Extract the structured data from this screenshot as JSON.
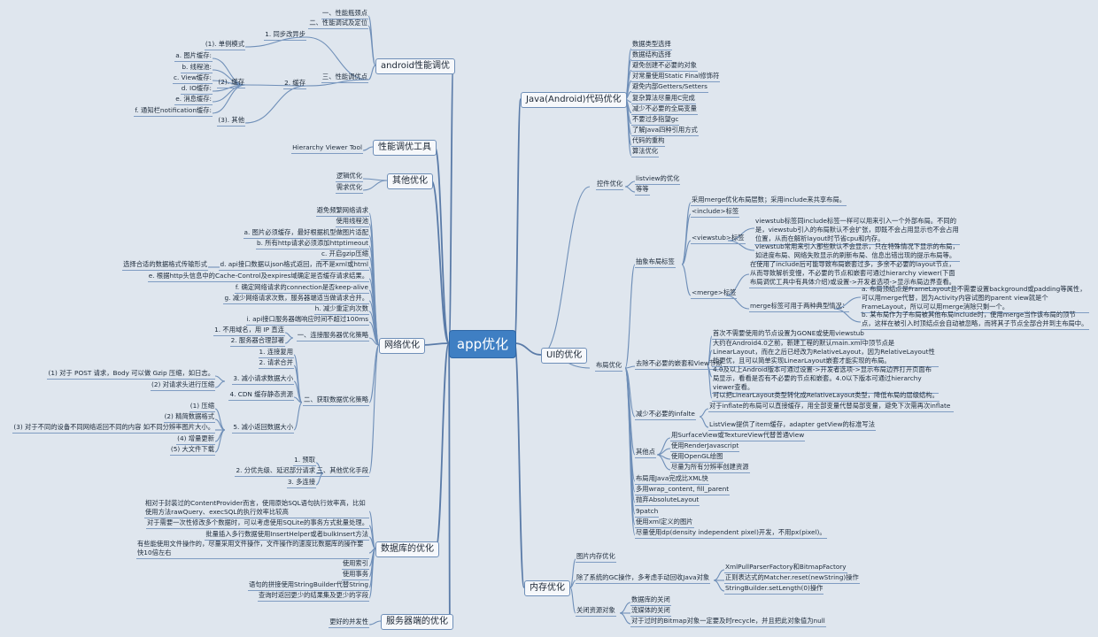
{
  "root": "app优化",
  "branches": {
    "android": "android性能调优",
    "tools": "性能调优工具",
    "other": "其他优化",
    "network": "网络优化",
    "database": "数据库的优化",
    "server": "服务器端的优化",
    "java": "Java(Android)代码优化",
    "ui": "UI的优化",
    "memory": "内存优化"
  },
  "android": {
    "a1": "一、性能瓶颈点",
    "a2": "二、性能调试及定位",
    "a3": "三、性能调优点",
    "s1": "1. 同步改异步",
    "s2": "2. 缓存",
    "c1": "(1). 单例模式",
    "c2": "(2). 缓存",
    "c3": "(3). 其他",
    "ca": "a. 图片缓存:",
    "cb": "b. 线程池:",
    "cc": "c. View缓存:",
    "cd": "d. IO缓存:",
    "ce": "e. 消息缓存:",
    "cf": "f. 通知栏notification缓存:"
  },
  "tools": {
    "t1": "Hierarchy Viewer Tool"
  },
  "other": {
    "o1": "逻辑优化",
    "o2": "需求优化"
  },
  "network": {
    "n1": "避免频繁网络请求",
    "n2": "使用线程池",
    "n3": "a. 图片必须缓存，最好根据机型做图片适配",
    "n4": "b. 所有http请求必须添加httptimeout",
    "n5": "c. 开启gzip压缩",
    "n6": "d. api接口数据以json格式返回，而不是xml或html",
    "n6l": "选择合适的数据格式传输形式",
    "n7": "e. 根据http头信息中的Cache-Control及expires域确定是否缓存请求结果。",
    "n8": "f. 确定网络请求的connection是否keep-alive",
    "n9": "g. 减少网络请求次数，服务器端适当做请求合并。",
    "n10": "h. 减少重定向次数",
    "n11": "i. api接口服务器端响应时间不超过100ms",
    "g1": "一、连接服务器优化策略",
    "g1a": "1. 不用域名，用 IP 直连",
    "g1b": "2. 服务器合理部署",
    "g2": "二、获取数据优化策略",
    "g2a": "1. 连接复用",
    "g2b": "2. 请求合并",
    "g2c": "3. 减小请求数据大小",
    "g2c1": "(1) 对于 POST 请求，Body 可以做 Gzip 压缩，如日志。",
    "g2c2": "(2) 对请求头进行压缩",
    "g2d": "4. CDN 缓存静态资源",
    "g2e": "5. 减小返回数据大小",
    "g2e1": "(1) 压缩",
    "g2e2": "(2) 精简数据格式",
    "g2e3": "(3) 对于不同的设备不同网络返回不同的内容 如不同分辨率图片大小。",
    "g2e4": "(4) 增量更新",
    "g2e5": "(5) 大文件下载",
    "g3": "三、其他优化手段",
    "g3a": "1. 预取",
    "g3b": "2. 分优先级、延迟部分请求",
    "g3c": "3. 多连接"
  },
  "database": {
    "d1": "相对于封装过的ContentProvider而言，使用原始SQL语句执行效率高，比如使用方法rawQuery、execSQL的执行效率比较高",
    "d2": "对于需要一次性修改多个数据时，可以考虑使用SQLite的事务方式批量处理。",
    "d3": "批量插入多行数据使用InsertHelper或者bulkInsert方法",
    "d4": "有些能使用文件操作的，尽量采用文件操作，文件操作的速度比数据库的操作要快10倍左右",
    "d5": "使用索引",
    "d6": "使用事务",
    "d7": "语句的拼接使用StringBuilder代替String",
    "d8": "查询时返回更少的结果集及更少的字段"
  },
  "server": {
    "sv1": "更好的并发性"
  },
  "java": {
    "items": [
      "数据类型选择",
      "数据结构选择",
      "避免创建不必要的对象",
      "对常量使用Static Final修饰符",
      "避免内部Getters/Setters",
      "复杂算法尽量用C完成",
      "减少不必要的全局变量",
      "不要过多指望gc",
      "了解Java四种引用方式",
      "代码的重构",
      "算法优化"
    ]
  },
  "ui": {
    "ctrl": "控件优化",
    "ctrl1": "listview的优化",
    "ctrl2": "等等",
    "abs": "抽象布局标签",
    "abs0": "采用merge优化布局层数；采用include来共享布局。",
    "inc": "<include>标签",
    "vs": "<viewstub>标签",
    "vs1": "viewstub标签同include标签一样可以用来引入一个外部布局。不同的是，viewstub引入的布局默认不会扩张，即既不会占用显示也不会占用位置，从而在解析layout时节省cpu和内存。",
    "vs2": "viewstub常用来引入那些默认不会显示，只在特殊情况下显示的布局，如进度布局、网络失败显示的刷新布局、信息出错出现的提示布局等。",
    "mg": "<merge>标签",
    "mg1": "在使用了include后可能导致布局嵌套过多，多余不必要的layout节点，从而导致解析变慢，不必要的节点和嵌套可通过hierarchy viewer(下面布局调优工具中有具体介绍)或设置->开发者选项->显示布局边界查看。",
    "mg2": "merge标签可用于两种典型情况：",
    "mga": "a. 布局顶结点是FrameLayout且不需要设置background或padding等属性，可以用merge代替，因为Activity内容试图的parent view就是个FrameLayout，所以可以用merge消除只剩一个。",
    "mgb": "b. 某布局作为子布局被其他布局include时，使用merge当作该布局的顶节点，这样在被引入时顶结点会自动被忽略，而将其子节点全部合并到主布局中。",
    "lay": "布局优化",
    "rm": "去除不必要的嵌套和View节点",
    "rm1": "首次不需要使用的节点设置为GONE或使用viewstub",
    "rm2": "大约在Android4.0之前，新建工程的默认main.xml中顶节点是LinearLayout，而在之后已经改为RelativeLayout，因为RelativeLayout性能更优，且可以简单实现LinearLayout嵌套才能实现的布局。",
    "rm3": "4.0及以上Android版本可通过设置->开发者选项->显示布局边界打开页面布局显示，看看是否有不必要的节点和嵌套。4.0以下版本可通过hierarchy viewer查看。",
    "rm4": "可以把LinearLayout类型转化成RelativeLayout类型，降低布局的层级结构。",
    "inf": "减少不必要的infalte",
    "inf1": "对于inflate的布局可以直接缓存，用全部变量代替局部变量，避免下次需再次inflate",
    "inf2": "ListView提供了item缓存，adapter getView的标准写法",
    "oth": "其他点",
    "oth1": "用SurfaceView或TextureView代替普通View",
    "oth2": "使用RenderJavascript",
    "oth3": "使用OpenGL绘图",
    "oth4": "尽量为所有分辨率创建资源",
    "l1": "布局用Java完成比XML快",
    "l2": "多用wrap_content, fill_parent",
    "l3": "抛弃AbsoluteLayout",
    "l4": "9patch",
    "l5": "使用xml定义的图片",
    "l6": "尽量使用dp(density independent pixel)开发，不用px(pixel)。"
  },
  "memory": {
    "m1": "图片内存优化",
    "m2": "除了系统的GC操作，多考虑手动回收Java对象",
    "m2a": "XmlPullParserFactory和BitmapFactory",
    "m2b": "正则表达式的Matcher.reset(newString)操作",
    "m2c": "StringBuilder.setLength(0)操作",
    "m3": "关闭资源对象",
    "m3a": "数据库的关闭",
    "m3b": "流媒体的关闭",
    "m3c": "对于过时的Bitmap对象一定要及时recycle，并且把此对象值为null"
  }
}
